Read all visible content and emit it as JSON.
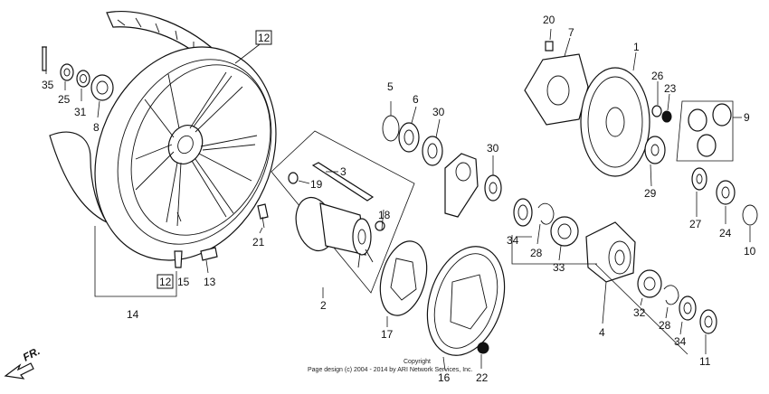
{
  "labels": {
    "p1": "1",
    "p2": "2",
    "p3": "3",
    "p4": "4",
    "p5": "5",
    "p6": "6",
    "p7": "7",
    "p8": "8",
    "p9": "9",
    "p10": "10",
    "p11": "11",
    "p12a": "12",
    "p12b": "12",
    "p13": "13",
    "p14": "14",
    "p15": "15",
    "p16": "16",
    "p17": "17",
    "p18": "18",
    "p19": "19",
    "p20": "20",
    "p21": "21",
    "p22": "22",
    "p23": "23",
    "p24": "24",
    "p25": "25",
    "p26": "26",
    "p27": "27",
    "p28a": "28",
    "p28b": "28",
    "p29": "29",
    "p30a": "30",
    "p30b": "30",
    "p31": "31",
    "p32": "32",
    "p33": "33",
    "p34a": "34",
    "p34b": "34",
    "p35": "35"
  },
  "direction_label": "FR.",
  "copyright": {
    "line1": "Copyright",
    "line2": "Page design (c) 2004 - 2014 by ARI Network Services, Inc."
  }
}
